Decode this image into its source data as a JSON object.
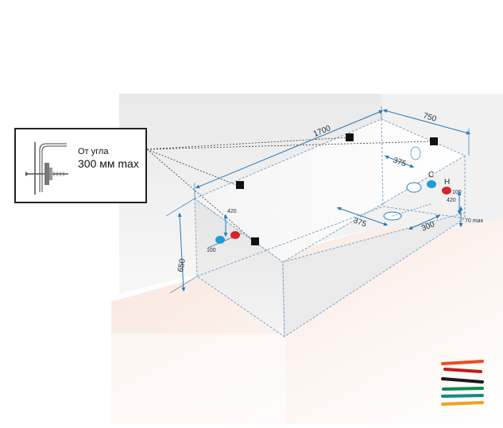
{
  "inset": {
    "line1": "От угла",
    "line2": "300 мм max"
  },
  "dims": {
    "length": "1700",
    "width": "750",
    "height": "650",
    "drain_from_wall": "375",
    "drain_center_x": "375",
    "drain_center_y": "300",
    "riser_height_left": "420",
    "riser_height_right": "420",
    "pipe_spacing_left": "100",
    "pipe_spacing_right": "100",
    "clearance": "70 max"
  },
  "taps": {
    "cold": "C",
    "hot": "H"
  },
  "colors": {
    "dimension": "#2a78b8",
    "cold": "#1e9bd7",
    "hot": "#d8232a",
    "tub_edge": "#7da2c8",
    "floor": "#f6ded4",
    "wall": "#eeeeee"
  },
  "logo": {
    "stripes": [
      "#e8501e",
      "#c41a1a",
      "#1a1a1a",
      "#0e8a4c",
      "#138a8a",
      "#f0a21c"
    ]
  }
}
